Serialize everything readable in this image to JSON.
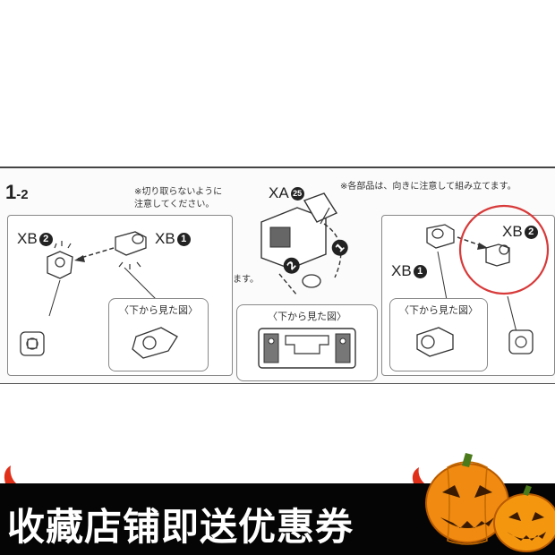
{
  "step": {
    "number": "1",
    "sub": "-2"
  },
  "notes": {
    "cut_note": "※切り取らないように\n注意してください。",
    "orientation_note": "※各部品は、向きに注意して組み立てます。",
    "change_direction": "向きをかえます。"
  },
  "parts": {
    "xb_left": {
      "code": "XB",
      "num": "2"
    },
    "xb_left2": {
      "code": "XB",
      "num": "1"
    },
    "xa": {
      "code": "XA",
      "num": "25"
    },
    "xb_right1": {
      "code": "XB",
      "num": "1"
    },
    "xb_right2": {
      "code": "XB",
      "num": "2"
    }
  },
  "steps_markers": {
    "a": "1",
    "b": "2"
  },
  "sub_views": {
    "left": "〈下から見た図〉",
    "center": "〈下から見た図〉",
    "right": "〈下から見た図〉"
  },
  "banner": {
    "text": "收藏店铺即送优惠券"
  },
  "colors": {
    "highlight_circle": "#d83a3a",
    "banner_bg": "#050505",
    "pumpkin": "#f08a10"
  }
}
